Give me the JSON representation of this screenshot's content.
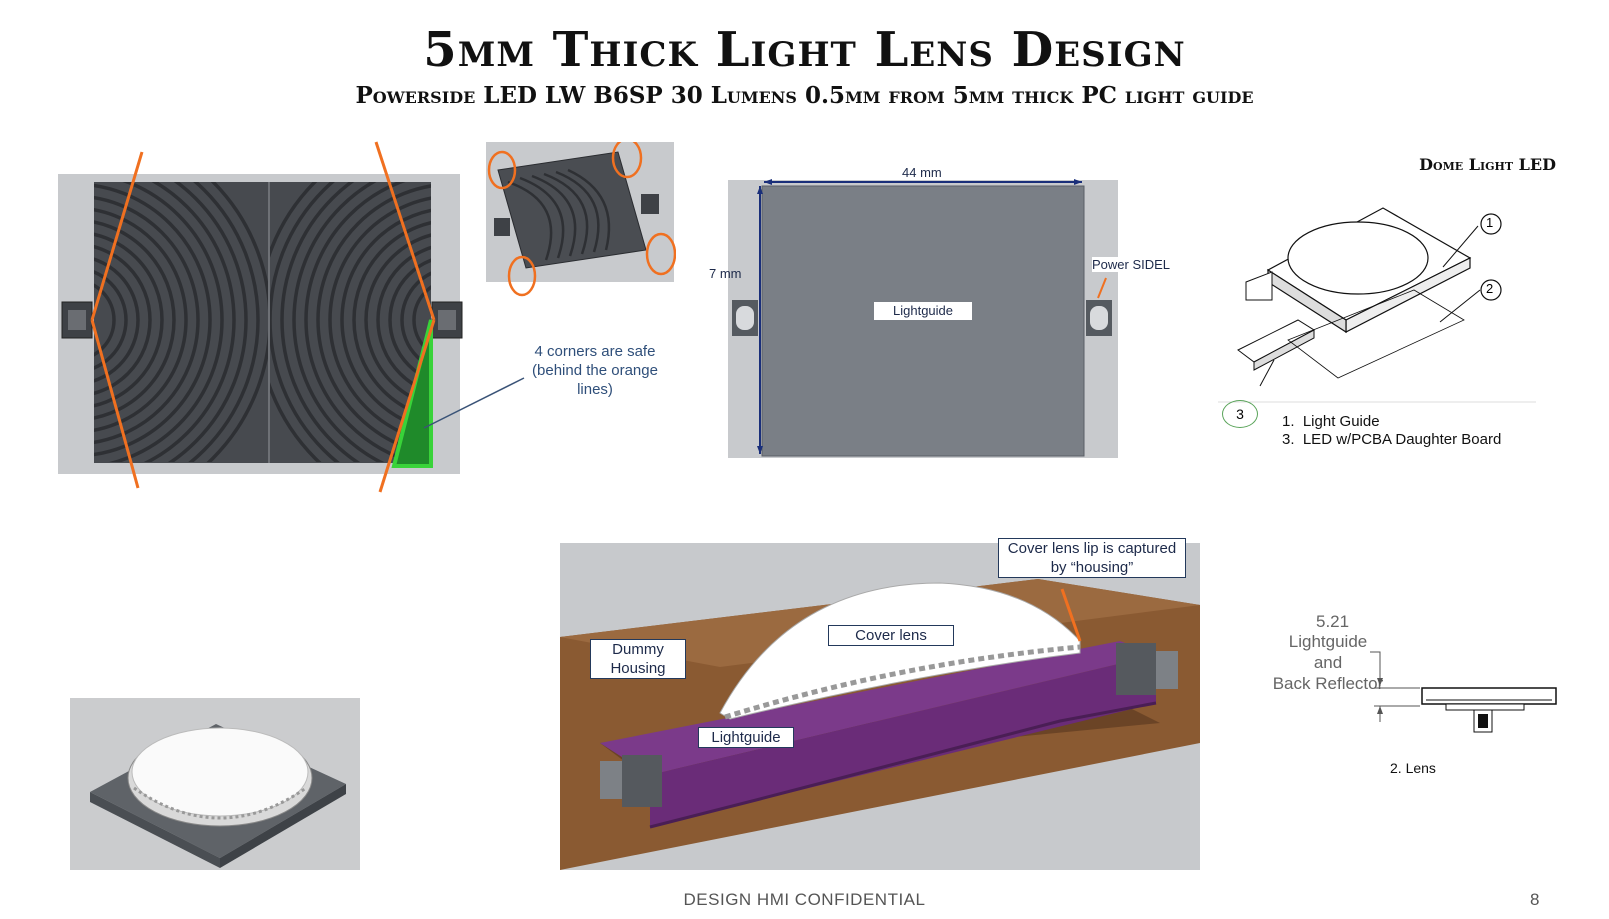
{
  "title": "5mm Thick Light Lens Design",
  "subtitle": "Powerside LED LW B6SP 30 Lumens 0.5mm from 5mm thick PC light guide",
  "panel_fresnel": {
    "annotation": "4 corners are safe (behind the orange lines)",
    "accent_color": "#f07020",
    "highlight_color": "#39d339"
  },
  "panel_dims": {
    "width_label": "44 mm",
    "height_label": "7 mm",
    "lightguide_label": "Lightguide",
    "led_label": "Power SIDEL"
  },
  "panel_dome": {
    "heading": "Dome Light LED",
    "callouts": [
      "1",
      "2",
      "3"
    ],
    "legend": [
      "1.  Light Guide",
      "3.  LED w/PCBA Daughter Board"
    ]
  },
  "panel_section": {
    "dimension_value": "5.21",
    "dimension_caption_1": "Lightguide",
    "dimension_caption_2": "and",
    "dimension_caption_3": "Back Reflector",
    "legend": "2. Lens"
  },
  "panel_housing": {
    "cover_lip_note": "Cover lens lip is captured by “housing”",
    "cover_lens_label": "Cover lens",
    "dummy_housing_label": "Dummy Housing",
    "lightguide_label": "Lightguide",
    "housing_color": "#8a5a32",
    "lightguide_color": "#7b3a8a"
  },
  "footer": "DESIGN HMI CONFIDENTIAL",
  "page_number": "8"
}
